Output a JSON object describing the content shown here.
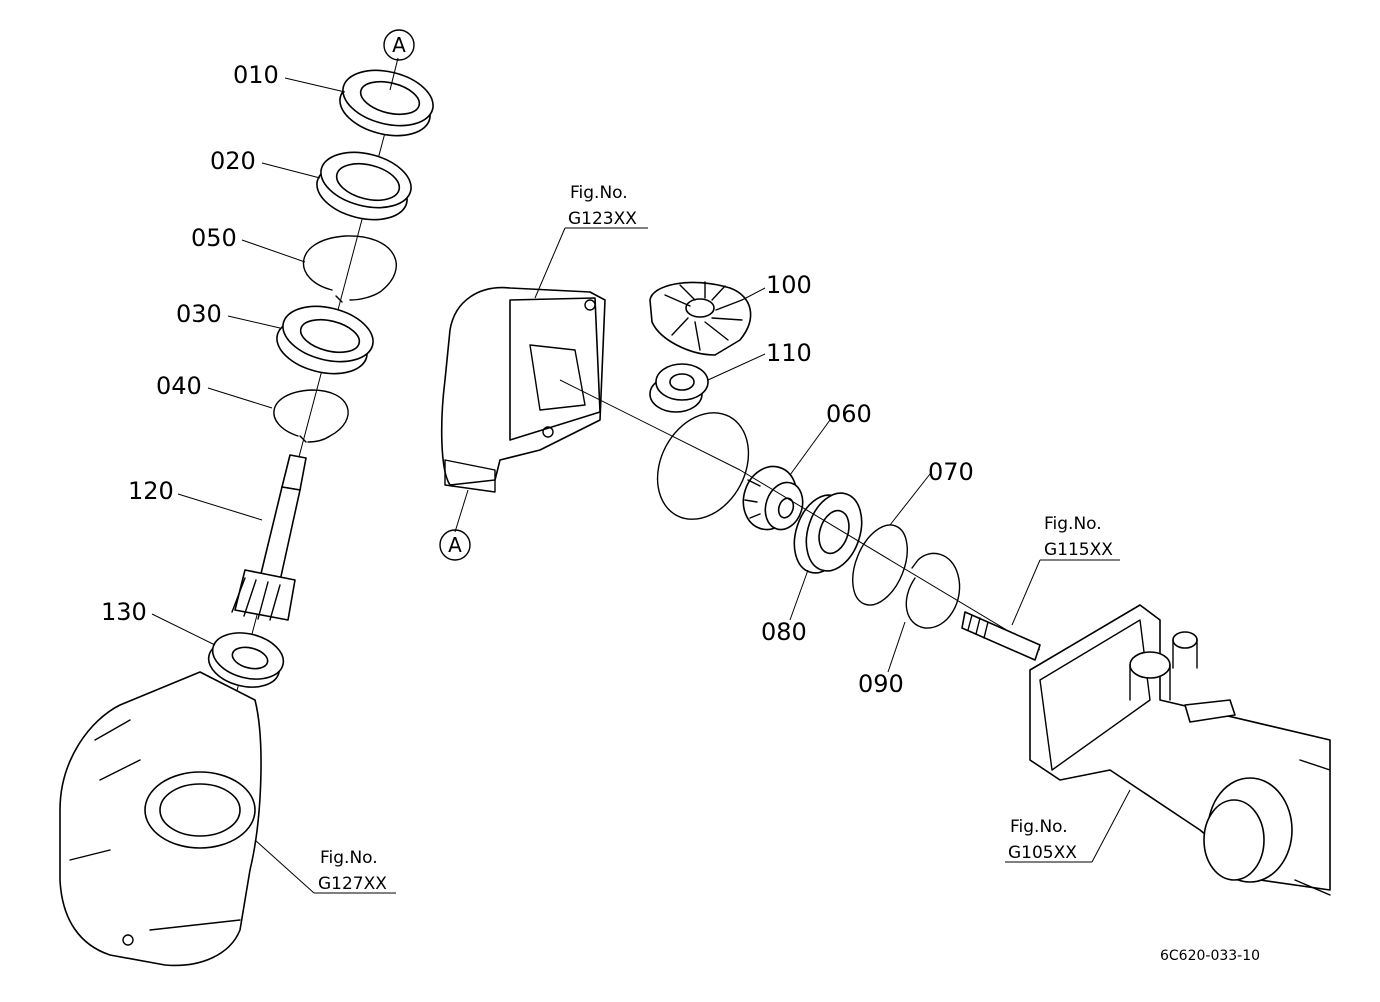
{
  "callouts": {
    "c010": "010",
    "c020": "020",
    "c050": "050",
    "c030": "030",
    "c040": "040",
    "c120": "120",
    "c130": "130",
    "c100": "100",
    "c110": "110",
    "c060": "060",
    "c070": "070",
    "c080": "080",
    "c090": "090"
  },
  "markers": {
    "a_top": "A",
    "a_bottom": "A"
  },
  "figure_refs": {
    "g123_label": "Fig.No.",
    "g123_code": "G123XX",
    "g115_label": "Fig.No.",
    "g115_code": "G115XX",
    "g105_label": "Fig.No.",
    "g105_code": "G105XX",
    "g127_label": "Fig.No.",
    "g127_code": "G127XX"
  },
  "drawing_code": "6C620-033-10"
}
